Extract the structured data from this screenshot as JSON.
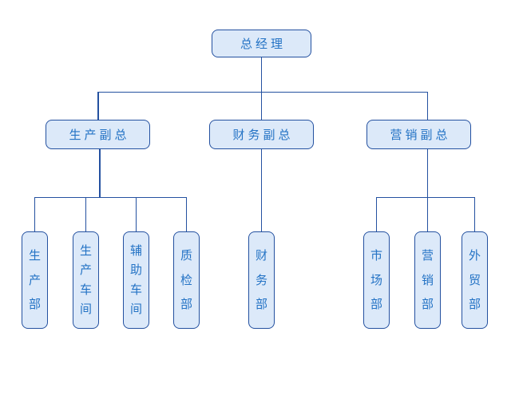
{
  "org": {
    "root": {
      "label": "总经理",
      "children": [
        {
          "label": "生产副总",
          "children": [
            {
              "label": "生产部"
            },
            {
              "label": "生产车间"
            },
            {
              "label": "辅助车间"
            },
            {
              "label": "质检部"
            }
          ]
        },
        {
          "label": "财务副总",
          "children": [
            {
              "label": "财务部"
            }
          ]
        },
        {
          "label": "营销副总",
          "children": [
            {
              "label": "市场部"
            },
            {
              "label": "营销部"
            },
            {
              "label": "外贸部"
            }
          ]
        }
      ]
    },
    "colors": {
      "background": "#FFFFFF",
      "node_fill": "#DCE9F9",
      "node_border": "#2451A0",
      "connector_line": "#2451A0",
      "node_text": "#2473C5"
    }
  }
}
